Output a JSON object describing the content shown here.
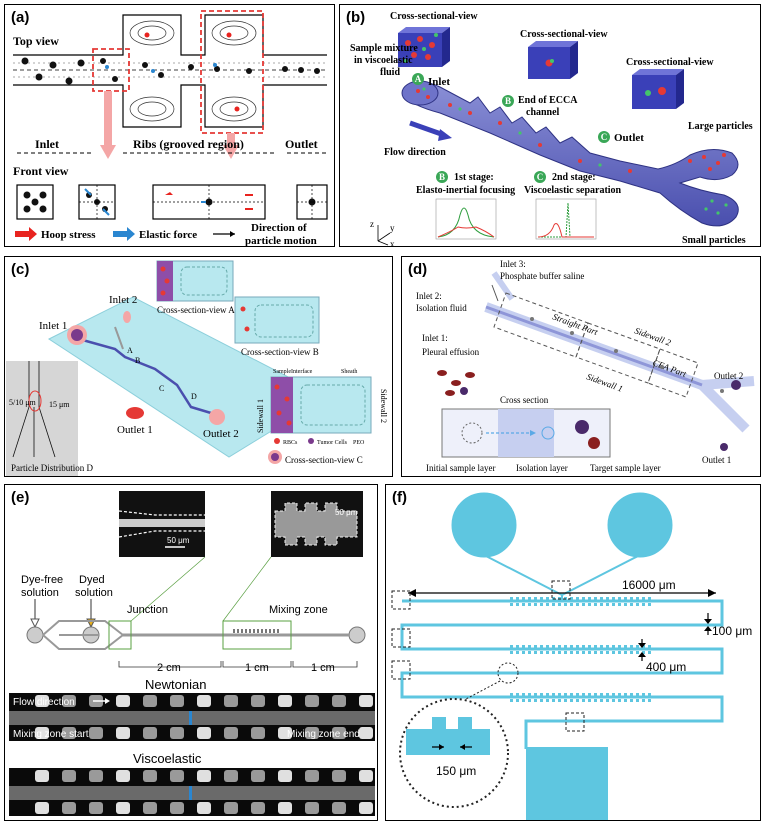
{
  "panel_a": {
    "label": "(a)",
    "top_view": "Top view",
    "ribs": "Ribs (grooved region)",
    "inlet": "Inlet",
    "outlet": "Outlet",
    "front_view": "Front view",
    "legend_hoop": "Hoop stress",
    "legend_elastic": "Elastic force",
    "legend_motion_1": "Direction of",
    "legend_motion_2": "particle motion",
    "colors": {
      "hoop": "#e8231f",
      "elastic": "#2a86d0",
      "rib_box": "#e53935"
    }
  },
  "panel_b": {
    "label": "(b)",
    "csv1": "Cross-sectional-view",
    "csv2": "Cross-sectional-view",
    "csv3": "Cross-sectional-view",
    "sample_1": "Sample mixture",
    "sample_2": "in viscoelastic",
    "sample_3": "fluid",
    "badge_a": "A",
    "badge_b": "B",
    "badge_c": "C",
    "inlet": "Inlet",
    "end_1": "End of ECCA",
    "end_2": "channel",
    "outlet": "Outlet",
    "flow": "Flow direction",
    "large": "Large particles",
    "small": "Small particles",
    "stage1_1": "1st stage:",
    "stage1_2": "Elasto-inertial focusing",
    "stage2_1": "2nd stage:",
    "stage2_2": "Viscoelastic separation",
    "axis_z": "z",
    "axis_y": "y",
    "axis_x": "x"
  },
  "panel_c": {
    "label": "(c)",
    "inlet1": "Inlet 1",
    "inlet2": "Inlet 2",
    "outlet1": "Outlet 1",
    "outlet2": "Outlet 2",
    "a": "A",
    "b": "B",
    "c": "C",
    "d": "D",
    "csv_a": "Cross-section-view A",
    "csv_b": "Cross-section-view B",
    "csv_c": "Cross-section-view C",
    "sidewall1": "Sidewall 1",
    "sidewall2": "Sidewall 2",
    "sample": "Sample",
    "interface": "Interface",
    "sheath": "Sheath",
    "rbcs": "RBCs",
    "tumor": "Tumor Cells",
    "peo": "PEO",
    "dist": "Particle Distribution D",
    "w1": "5/10 μm",
    "w2": "15 μm"
  },
  "panel_d": {
    "label": "(d)",
    "inlet3_1": "Inlet 3:",
    "inlet3_2": "Phosphate buffer saline",
    "inlet2_1": "Inlet 2:",
    "inlet2_2": "Isolation fluid",
    "inlet1_1": "Inlet 1:",
    "inlet1_2": "Pleural effusion",
    "straight": "Straight Part",
    "sidewall2": "Sidewall 2",
    "cea": "CEA Part",
    "sidewall1": "Sidewall 1",
    "cross": "Cross section",
    "outlet2": "Outlet 2",
    "outlet1": "Outlet 1",
    "initial": "Initial sample layer",
    "isolation": "Isolation layer",
    "target": "Target sample layer"
  },
  "panel_e": {
    "label": "(e)",
    "dye_free_1": "Dye-free",
    "dye_free_2": "solution",
    "dyed_1": "Dyed",
    "dyed_2": "solution",
    "junction": "Junction",
    "mixing_zone": "Mixing zone",
    "scale1": "50 μm",
    "scale2": "50 μm",
    "d1": "2 cm",
    "d2": "1 cm",
    "d3": "1 cm",
    "newtonian": "Newtonian",
    "flow": "Flow direction",
    "mz_start": "Mixing zone start",
    "mz_end": "Mixing zone end",
    "viscoelastic": "Viscoelastic"
  },
  "panel_f": {
    "label": "(f)",
    "len": "16000 μm",
    "gap": "100 μm",
    "width": "400 μm",
    "groove": "150 μm",
    "color": "#5ec6e0"
  }
}
